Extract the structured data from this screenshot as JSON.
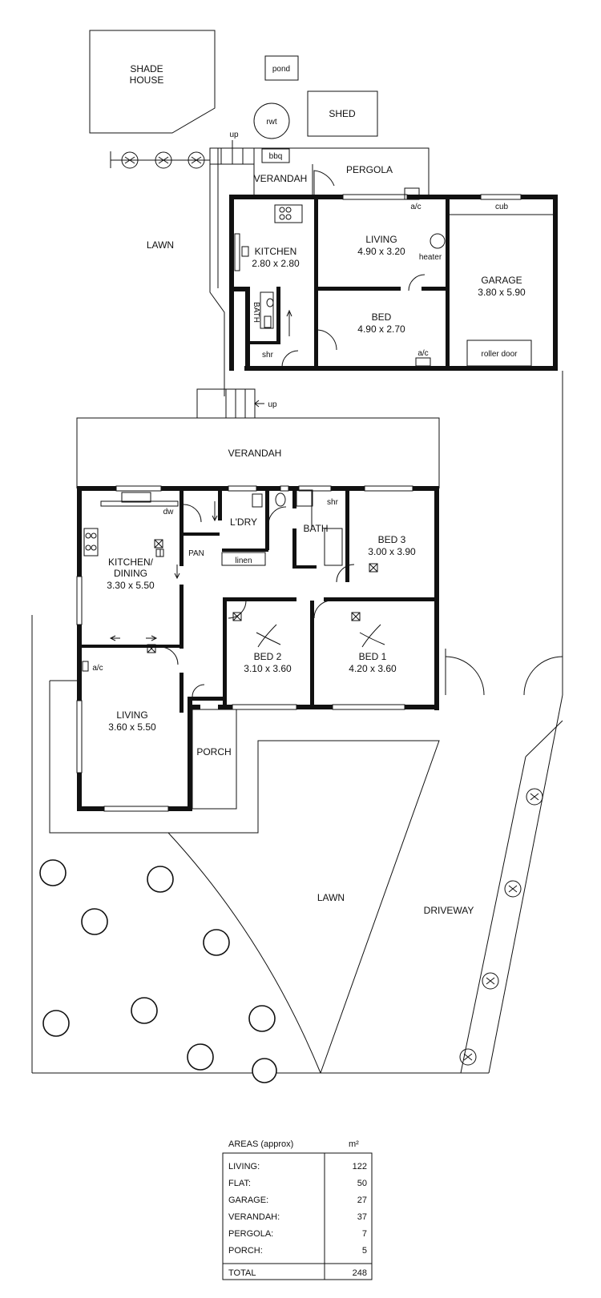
{
  "outdoor": {
    "shade_house": [
      "SHADE",
      "HOUSE"
    ],
    "pond": "pond",
    "rwt": "rwt",
    "shed": "SHED",
    "bbq": "bbq",
    "pergola": "PERGOLA",
    "lawn_top": "LAWN",
    "lawn_bottom": "LAWN",
    "driveway": "DRIVEWAY",
    "up_top": "up",
    "up_mid": "up"
  },
  "flat": {
    "verandah": "VERANDAH",
    "kitchen": {
      "name": "KITCHEN",
      "dims": "2.80 x 2.80"
    },
    "living": {
      "name": "LIVING",
      "dims": "4.90 x 3.20"
    },
    "bed": {
      "name": "BED",
      "dims": "4.90 x 2.70"
    },
    "bath": "BATH",
    "shr": "shr",
    "ac_top": "a/c",
    "ac_bed": "a/c",
    "heater": "heater"
  },
  "garage": {
    "name": "GARAGE",
    "dims": "3.80 x 5.90",
    "cub": "cub",
    "roller": "roller door"
  },
  "house": {
    "verandah": "VERANDAH",
    "kitchen": {
      "name1": "KITCHEN/",
      "name2": "DINING",
      "dims": "3.30 x 5.50"
    },
    "dw": "dw",
    "pan": "PAN",
    "laundry": "L'DRY",
    "linen": "linen",
    "bath": "BATH",
    "shr": "shr",
    "bed3": {
      "name": "BED 3",
      "dims": "3.00 x 3.90"
    },
    "bed2": {
      "name": "BED 2",
      "dims": "3.10 x 3.60"
    },
    "bed1": {
      "name": "BED 1",
      "dims": "4.20 x 3.60"
    },
    "living": {
      "name": "LIVING",
      "dims": "3.60 x 5.50"
    },
    "ac": "a/c",
    "porch": "PORCH"
  },
  "areas": {
    "title": "AREAS (approx)",
    "unit": "m²",
    "rows": [
      {
        "label": "LIVING:",
        "value": "122"
      },
      {
        "label": "FLAT:",
        "value": "50"
      },
      {
        "label": "GARAGE:",
        "value": "27"
      },
      {
        "label": "VERANDAH:",
        "value": "37"
      },
      {
        "label": "PERGOLA:",
        "value": "7"
      },
      {
        "label": "PORCH:",
        "value": "5"
      }
    ],
    "total_label": "TOTAL",
    "total_value": "248"
  }
}
